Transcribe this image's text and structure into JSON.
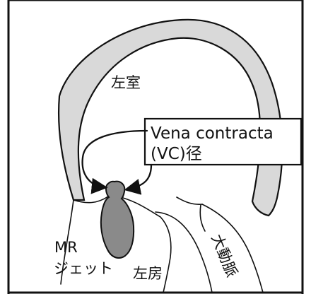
{
  "labels": {
    "left_ventricle": "左室",
    "callout_line1": "Vena contracta",
    "callout_line2": "(VC)径",
    "mr_line1": "MR",
    "mr_line2": "ジェット",
    "left_atrium": "左房",
    "aorta": "大動脈"
  },
  "colors": {
    "outline": "#111111",
    "wall_fill": "#d9d9d9",
    "jet_fill": "#8a8a8a",
    "background": "#ffffff"
  }
}
